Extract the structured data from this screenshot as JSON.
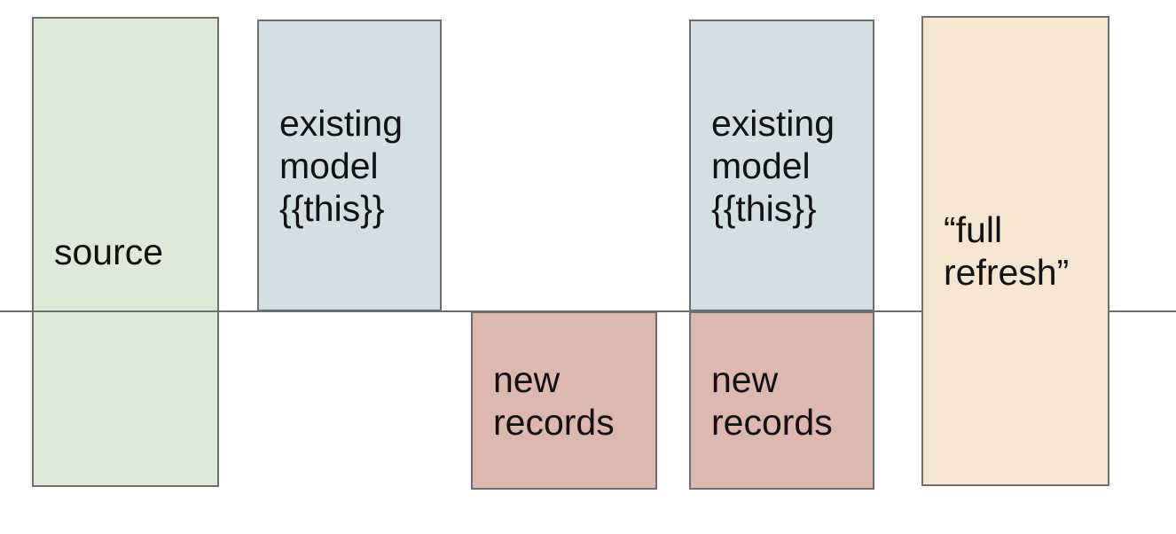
{
  "colors": {
    "background": "#ffffff",
    "border": "#6e6e6e",
    "divider": "#6e6e6e",
    "text": "#111111",
    "source_fill": "#dee9d7",
    "model_fill": "#d3dfe3",
    "new_records_fill": "#dcb8af",
    "full_refresh_fill": "#f6e5d1"
  },
  "boxes": [
    {
      "name": "source",
      "lines": [
        "source"
      ]
    },
    {
      "name": "existing-model-1",
      "lines": [
        "existing",
        "model",
        "{{this}}"
      ]
    },
    {
      "name": "new-records-1",
      "lines": [
        "new",
        "records"
      ]
    },
    {
      "name": "existing-model-2",
      "lines": [
        "existing",
        "model",
        "{{this}}"
      ]
    },
    {
      "name": "new-records-2",
      "lines": [
        "new",
        "records"
      ]
    },
    {
      "name": "full-refresh",
      "lines": [
        "“full",
        "refresh”"
      ]
    }
  ]
}
